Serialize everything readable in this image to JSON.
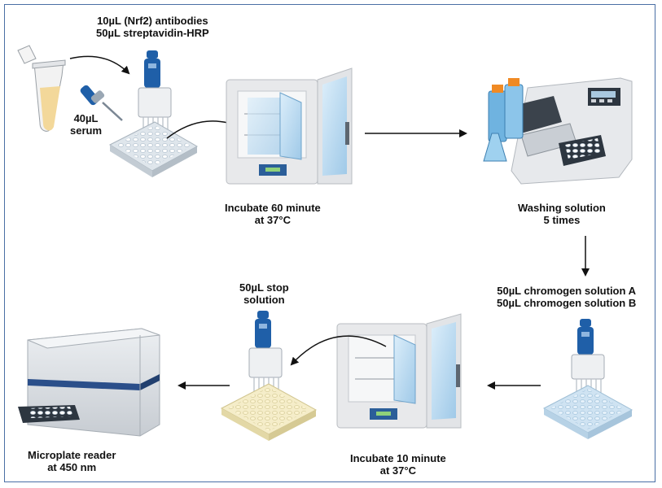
{
  "step1": {
    "reagent_line1": "10µL (Nrf2) antibodies",
    "reagent_line2": "50µL streptavidin-HRP",
    "sample_line1": "40µL",
    "sample_line2": "serum"
  },
  "step2": {
    "line1": "Incubate 60 minute",
    "line2": "at 37°C"
  },
  "step3": {
    "line1": "Washing solution",
    "line2": "5 times"
  },
  "step4": {
    "line1": "50µL chromogen solution A",
    "line2": "50µL chromogen solution B"
  },
  "step5": {
    "line1": "Incubate 10 minute",
    "line2": "at 37°C"
  },
  "step6": {
    "line1": "50µL stop",
    "line2": "solution"
  },
  "step7": {
    "line1": "Microplate reader",
    "line2": "at 450 nm"
  },
  "colors": {
    "frame": "#4a6fa5",
    "pipette_blue": "#1f5fa8",
    "incubator_body": "#e8e9eb",
    "liquid_yellow": "#f3d89a",
    "plate_blue": "#cfe3f2"
  },
  "icons": [
    "microcentrifuge-tube-icon",
    "pipette-icon",
    "multichannel-pipette-icon",
    "microplate-icon",
    "incubator-icon",
    "plate-washer-icon",
    "microplate-reader-icon"
  ]
}
